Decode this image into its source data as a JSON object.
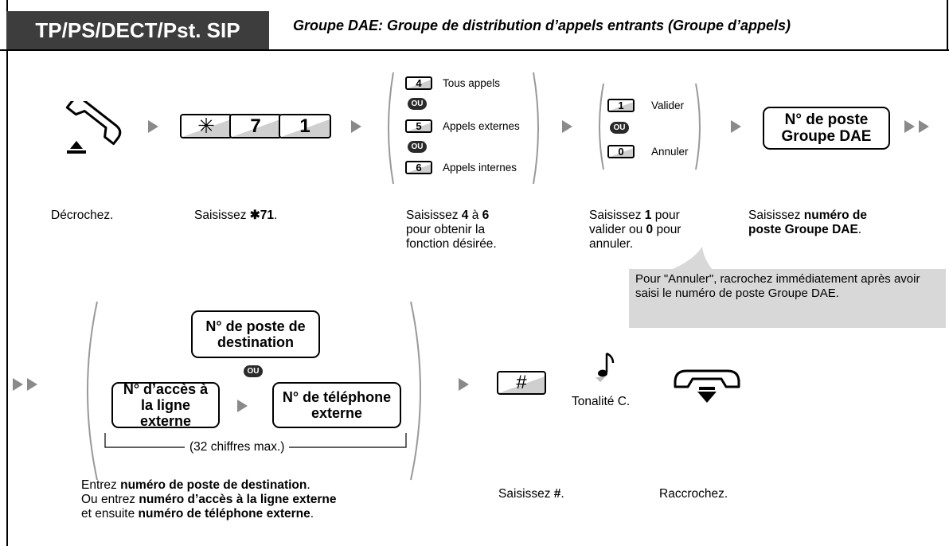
{
  "header": {
    "tab_label": "TP/PS/DECT/Pst. SIP",
    "title": "Groupe DAE: Groupe de distribution d’appels entrants (Groupe d’appels)"
  },
  "keys": {
    "star": "✳",
    "seven": "7",
    "one": "1",
    "hash": "#"
  },
  "options_mode": [
    {
      "key": "4",
      "label": "Tous appels"
    },
    {
      "key": "5",
      "label": "Appels externes"
    },
    {
      "key": "6",
      "label": "Appels internes"
    }
  ],
  "options_validate": [
    {
      "key": "1",
      "label": "Valider"
    },
    {
      "key": "0",
      "label": "Annuler"
    }
  ],
  "ou_label": "OU",
  "boxes": {
    "ext_group": "N° de poste Groupe DAE",
    "dest_ext": "N° de poste de destination",
    "line_access": "N° d’accès à la ligne externe",
    "phone_ext": "N° de téléphone externe",
    "max_digits": "(32 chiffres max.)"
  },
  "tone_label": "Tonalité C.",
  "captions": {
    "offhook": "Décrochez.",
    "enter_71_prefix": "Saisissez ",
    "enter_71_code": "✱71",
    "enter_71_suffix": ".",
    "enter_4_6_a": "Saisissez ",
    "enter_4_6_b": "4",
    "enter_4_6_c": " à ",
    "enter_4_6_d": "6",
    "enter_4_6_line2": "pour obtenir la",
    "enter_4_6_line3": "fonction désirée.",
    "enter_1_0_a": "Saisissez ",
    "enter_1_0_b": "1",
    "enter_1_0_c": " pour",
    "enter_1_0_line2a": "valider ou ",
    "enter_1_0_line2b": "0",
    "enter_1_0_line2c": " pour",
    "enter_1_0_line3": "annuler.",
    "enter_group_a": "Saisissez ",
    "enter_group_b": "numéro de",
    "enter_group_line2a": "poste Groupe DAE",
    "enter_group_line2b": ".",
    "dest_line1a": "Entrez ",
    "dest_line1b": "numéro de poste de destination",
    "dest_line1c": ".",
    "dest_line2a": "Ou entrez ",
    "dest_line2b": "numéro d’accès à la ligne externe",
    "dest_line3a": "et ensuite ",
    "dest_line3b": "numéro de téléphone externe",
    "dest_line3c": ".",
    "hash_a": "Saisissez ",
    "hash_b": "#",
    "hash_c": ".",
    "onhook": "Raccrochez."
  },
  "tip": "Pour \"Annuler\", racrochez immédiatement après avoir saisi le numéro de poste Groupe DAE."
}
